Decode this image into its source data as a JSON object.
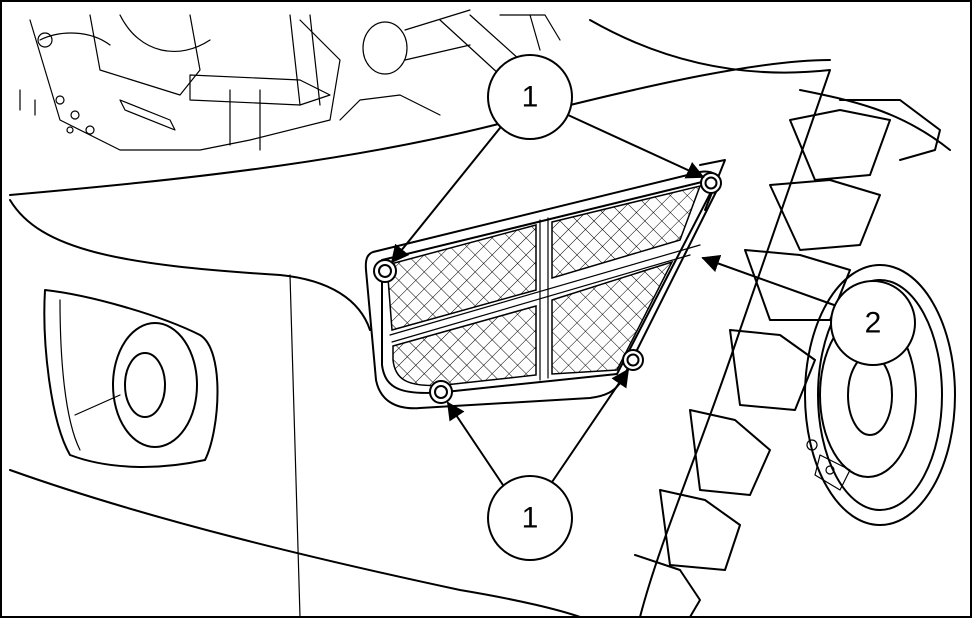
{
  "figure": {
    "callouts": [
      {
        "id": "top",
        "label": "1"
      },
      {
        "id": "right",
        "label": "2"
      },
      {
        "id": "bottom",
        "label": "1"
      }
    ]
  }
}
